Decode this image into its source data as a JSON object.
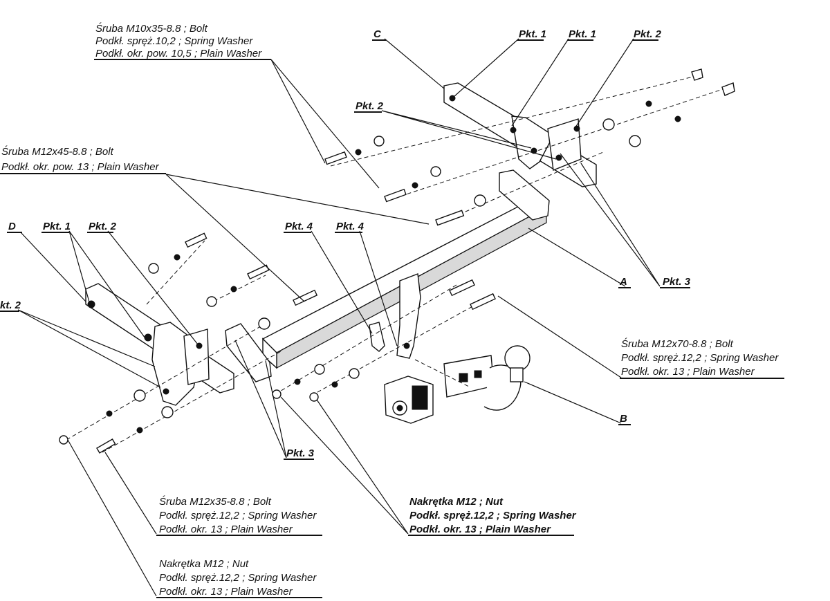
{
  "labels": {
    "A": "A",
    "B": "B",
    "C": "C",
    "D": "D",
    "pkt1": "Pkt. 1",
    "pkt2": "Pkt. 2",
    "pkt3": "Pkt. 3",
    "pkt4": "Pkt. 4",
    "pkt2_edge": "kt. 2"
  },
  "notes": {
    "bolt_m10": [
      "Śruba M10x35-8.8 ;  Bolt",
      "Podkł. spręż.10,2 ; Spring Washer",
      "Podkł. okr. pow. 10,5 ; Plain Washer"
    ],
    "bolt_m12x45": [
      "Śruba M12x45-8.8 ;  Bolt",
      "Podkł. okr. pow. 13 ; Plain Washer"
    ],
    "bolt_m12x70": [
      "Śruba M12x70-8.8 ;  Bolt",
      "Podkł. spręż.12,2 ; Spring Washer",
      "Podkł. okr. 13 ; Plain Washer"
    ],
    "bolt_m12x35": [
      "Śruba M12x35-8.8 ;  Bolt",
      "Podkł. spręż.12,2 ; Spring Washer",
      "Podkł. okr.  13 ; Plain Washer"
    ],
    "nut_center": [
      "Nakrętka  M12 ; Nut",
      "Podkł. spręż.12,2 ; Spring Washer",
      "Podkł. okr. 13 ; Plain Washer"
    ],
    "nut_bottom": [
      "Nakrętka  M12 ; Nut",
      "Podkł. spręż.12,2 ; Spring Washer",
      "Podkł. okr. 13 ; Plain Washer"
    ]
  }
}
